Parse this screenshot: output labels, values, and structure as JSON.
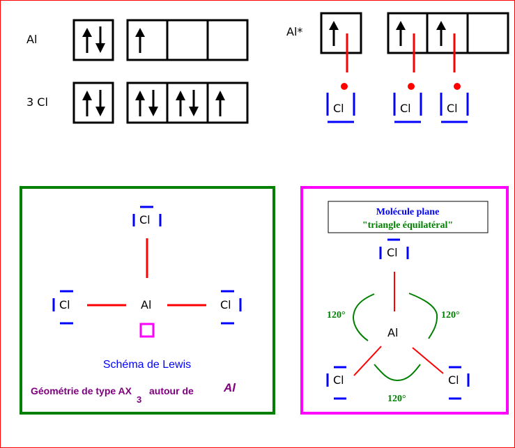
{
  "colors": {
    "frame": "#ff0000",
    "bond": "#ff0000",
    "lone_pair": "#0000ff",
    "lewis_box": "#008000",
    "geometry_box": "#ff00ff",
    "vacancy": "#ff00ff",
    "angle_arcs": "#008000",
    "title_blue": "#0000ff",
    "subtitle_green": "#008000",
    "geometry_text": "#800080"
  },
  "electron_config": {
    "rows": [
      {
        "label": "Al",
        "s": "up-down",
        "p": [
          "up",
          "empty",
          "empty"
        ]
      },
      {
        "label": "3 Cl",
        "s": "up-down",
        "p": [
          "up-down",
          "up-down",
          "up"
        ]
      }
    ],
    "excited": {
      "label": "Al*",
      "s": "up",
      "p": [
        "up",
        "up",
        "empty"
      ]
    },
    "chlorine_label": "Cl"
  },
  "lewis": {
    "center": "Al",
    "ligand": "Cl",
    "title": "Schéma de Lewis",
    "geometry_prefix": "Géométrie de type AX",
    "geometry_subscript": "3",
    "geometry_suffix": "autour de",
    "geometry_atom": "Al"
  },
  "molecule": {
    "title_line1": "Molécule plane",
    "title_line2": "\"triangle équilatéral\"",
    "center": "Al",
    "ligand": "Cl",
    "angles": [
      "120°",
      "120°",
      "120°"
    ]
  }
}
